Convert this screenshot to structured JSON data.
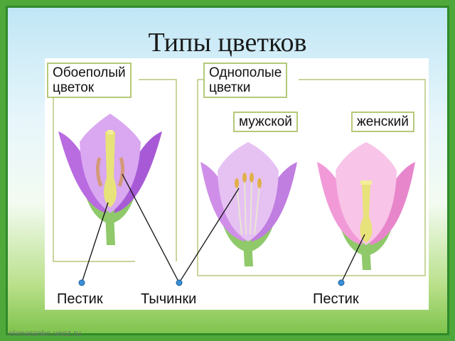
{
  "title": "Типы цветков",
  "box_bisexual": [
    "Обоеполый",
    "цветок"
  ],
  "box_unisexual": [
    "Однополые",
    "цветки"
  ],
  "box_male": "мужской",
  "box_female": "женский",
  "label_pistil_left": "Пестик",
  "label_stamens": "Тычинки",
  "label_pistil_right": "Пестик",
  "watermark": "elenaranko.ucoz.ru",
  "colors": {
    "frame_green": "#4fa83a",
    "box_border": "#b5c97a",
    "petal_violet": "#c77fe0",
    "petal_pink": "#f08fd6",
    "pistil_yellow": "#e8e27a",
    "stem_green": "#8fc96a",
    "pointer_dot": "#3a8fd8"
  }
}
